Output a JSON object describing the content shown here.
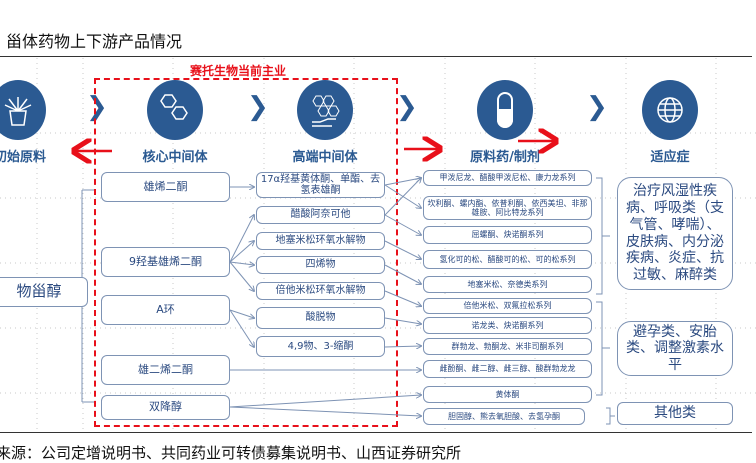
{
  "title": "甾体药物上下游产品情况",
  "highlight_label": "赛托生物当前主业",
  "stages": [
    {
      "label": "初始原料",
      "icon": "plant-pot-icon"
    },
    {
      "label": "核心中间体",
      "icon": "hexagon-molecule-icon"
    },
    {
      "label": "高端中间体",
      "icon": "molecule-hand-icon"
    },
    {
      "label": "原料药/制剂",
      "icon": "capsule-icon"
    },
    {
      "label": "适应症",
      "icon": "globe-icon"
    }
  ],
  "raw_material": "物甾醇",
  "core": [
    "雄烯二酮",
    "9羟基雄烯二酮",
    "A环",
    "雄二烯二酮",
    "双降醇"
  ],
  "high_end": [
    "17α羟基黄体酮、单酯、去氢表雄酮",
    "醋酸阿奈可他",
    "地塞米松环氧水解物",
    "四烯物",
    "倍他米松环氧水解物",
    "酸脱物",
    "4,9物、3-缩酮"
  ],
  "api": [
    "甲泼尼龙、醋酸甲泼尼松、康力龙系列",
    "坎利酮、螺内酯、依普利酮、依西美坦、非那雄胺、阿比特龙系列",
    "屈螺酮、炔诺酮系列",
    "氢化可的松、醋酸可的松、可的松系列",
    "地塞米松、奈德类系列",
    "倍他米松、双氟拉松系列",
    "诺龙类、炔诺酮系列",
    "群勃龙、勃酮龙、米非司酮系列",
    "雌酚酮、雌二醇、雌三醇、酸群勃龙龙",
    "黄体酮",
    "胆固醇、熊去氧胆酸、去氢孕酮"
  ],
  "indications": [
    "治疗风湿性疾病、呼吸类（支气管、哮喘）、皮肤病、内分泌疾病、炎症、抗过敏、麻醉类",
    "避孕类、安胎类、调整激素水平",
    "其他类"
  ],
  "source": "来源：公司定增说明书、共同药业可转债募集说明书、山西证券研究所",
  "colors": {
    "primary": "#2b5a92",
    "highlight": "#e8101a"
  }
}
